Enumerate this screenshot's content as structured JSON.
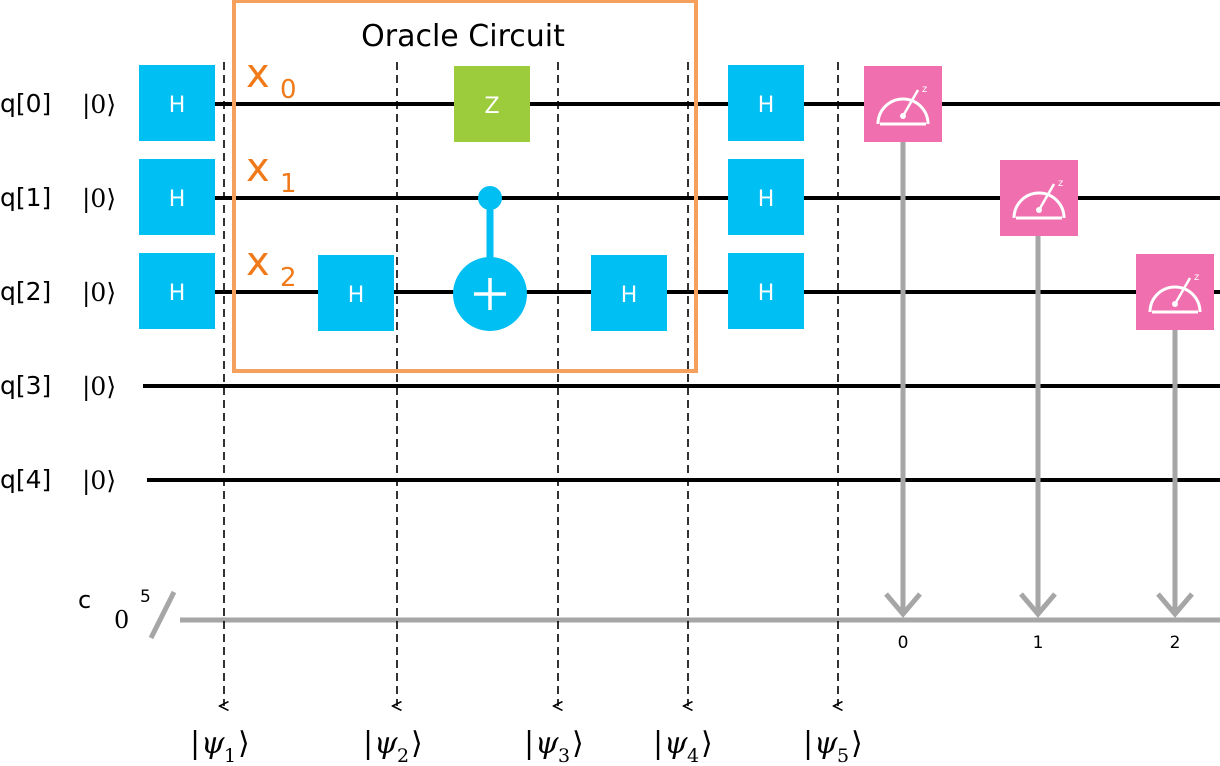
{
  "title": "Oracle Circuit",
  "qubits": [
    {
      "label": "q[0]",
      "init": "|0⟩"
    },
    {
      "label": "q[1]",
      "init": "|0⟩"
    },
    {
      "label": "q[2]",
      "init": "|0⟩"
    },
    {
      "label": "q[3]",
      "init": "|0⟩"
    },
    {
      "label": "q[4]",
      "init": "|0⟩"
    }
  ],
  "oracle_inputs": [
    {
      "name": "x",
      "sub": "0"
    },
    {
      "name": "x",
      "sub": "1"
    },
    {
      "name": "x",
      "sub": "2"
    }
  ],
  "classical_register": {
    "label": "c",
    "init": "0",
    "width": "5"
  },
  "gates": {
    "h": "H",
    "z": "Z"
  },
  "measure_bits": [
    "0",
    "1",
    "2"
  ],
  "states": [
    {
      "psi": "ψ",
      "sub": "1"
    },
    {
      "psi": "ψ",
      "sub": "2"
    },
    {
      "psi": "ψ",
      "sub": "3"
    },
    {
      "psi": "ψ",
      "sub": "4"
    },
    {
      "psi": "ψ",
      "sub": "5"
    }
  ],
  "colors": {
    "h_gate": "#00bff3",
    "z_gate": "#9ccc3c",
    "measure": "#f06fae",
    "oracle_box": "#f5a05c",
    "oracle_label": "#f07a1a",
    "wire": "#000000",
    "classical_wire": "#a6a6a6"
  }
}
